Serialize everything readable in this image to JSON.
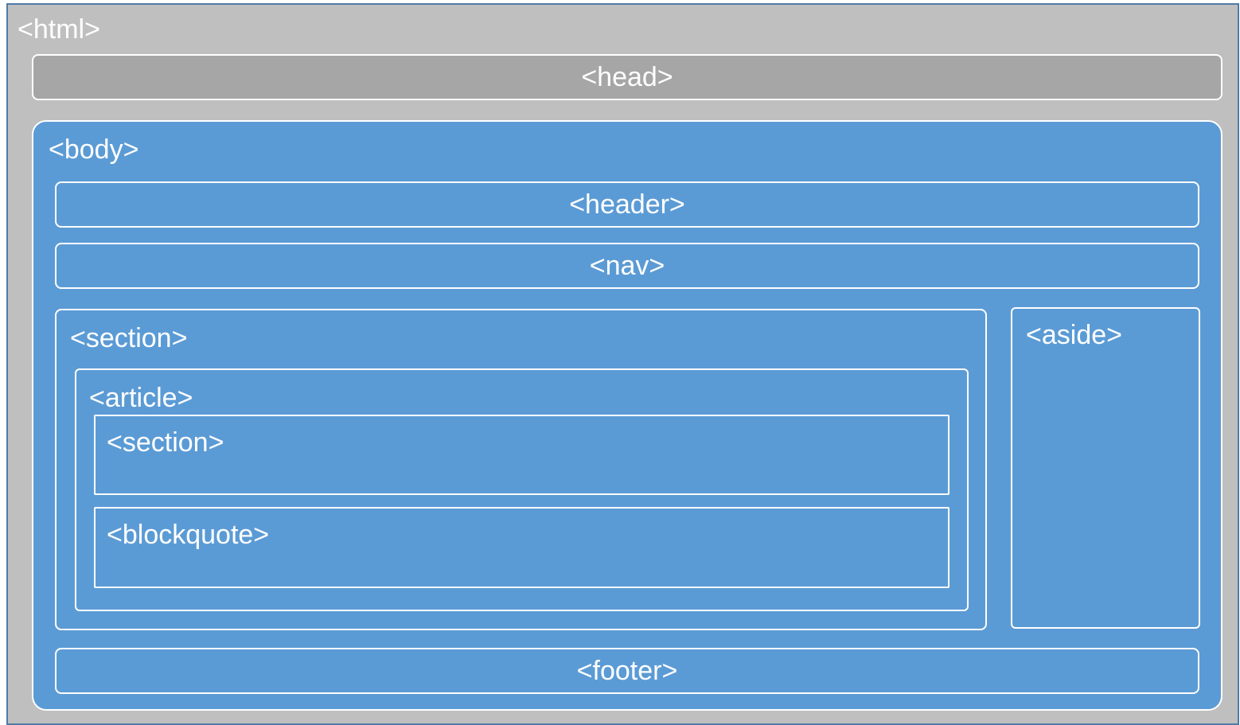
{
  "colors": {
    "html_fill": "#bfbfbf",
    "head_fill": "#a6a6a6",
    "body_fill": "#5b9bd5",
    "outline": "#ffffff",
    "html_border": "#4f7ba8",
    "text": "#ffffff"
  },
  "labels": {
    "html": "<html>",
    "head": "<head>",
    "body": "<body>",
    "header": "<header>",
    "nav": "<nav>",
    "section_outer": "<section>",
    "aside": "<aside>",
    "article": "<article>",
    "section_inner": "<section>",
    "blockquote": "<blockquote>",
    "footer": "<footer>"
  }
}
